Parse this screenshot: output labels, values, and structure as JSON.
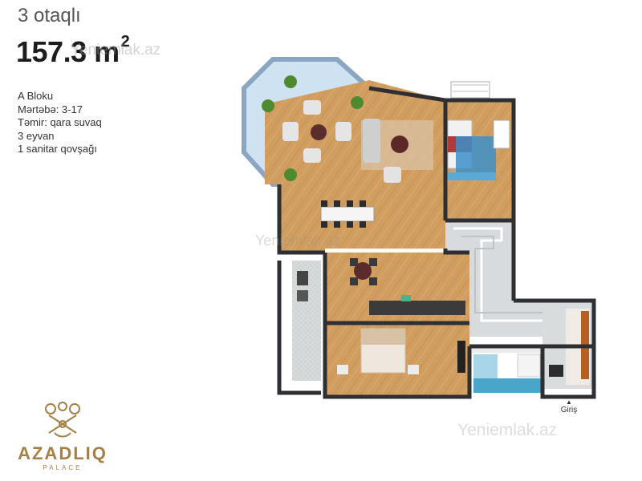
{
  "header": {
    "rooms": "3 otaqlı",
    "area_value": "157.3 m",
    "area_exp": "2"
  },
  "details": [
    "A Bloku",
    "Mərtəbə: 3-17",
    "Təmir: qara suvaq",
    "3 eyvan",
    "1 sanitar qovşağı"
  ],
  "watermarks": [
    "Yeniemlak.az",
    "Yeniemlak.az",
    "Yeniemlak.az"
  ],
  "logo": {
    "name": "AZADLIQ",
    "sub": "PALACE",
    "icon": "knot-emblem-icon"
  },
  "plan": {
    "entrance_label": "Giriş"
  },
  "colors": {
    "floor": "#cf9b5c",
    "wall": "#2e2f33",
    "glass": "#9ec3e6",
    "brand": "#a57f45"
  }
}
